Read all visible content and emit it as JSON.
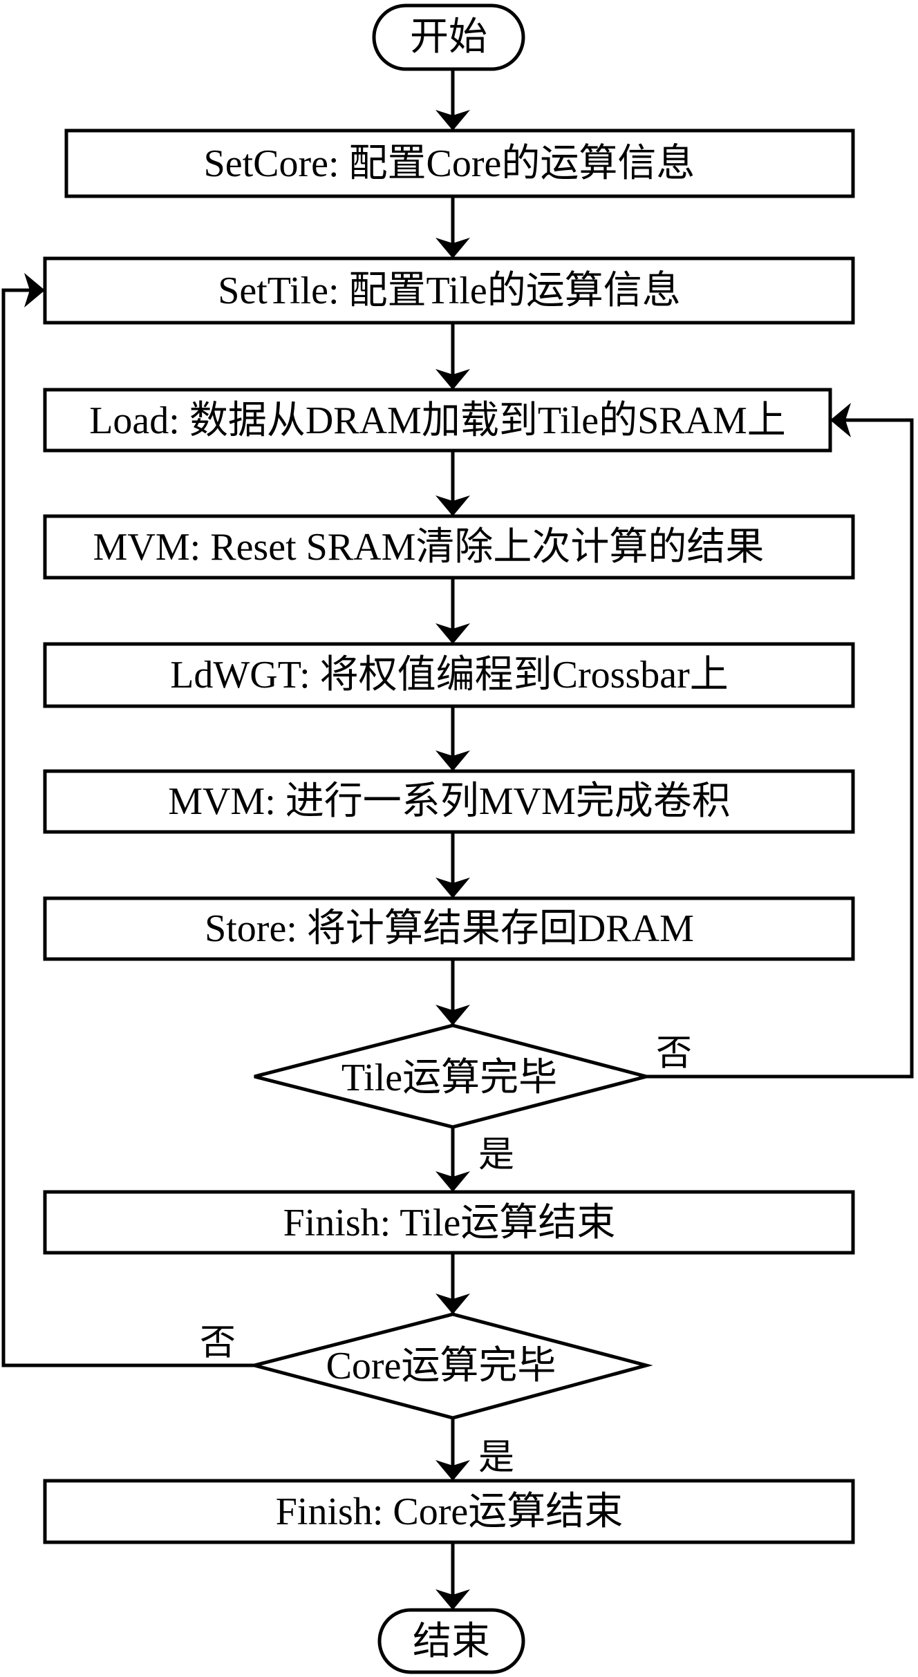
{
  "diagram": {
    "type": "flowchart",
    "start": "开始",
    "end": "结束",
    "steps": [
      "SetCore: 配置Core的运算信息",
      "SetTile: 配置Tile的运算信息",
      "Load: 数据从DRAM加载到Tile的SRAM上",
      "MVM: Reset SRAM清除上次计算的结果",
      "LdWGT: 将权值编程到Crossbar上",
      "MVM: 进行一系列MVM完成卷积",
      "Store: 将计算结果存回DRAM",
      "Finish: Tile运算结束",
      "Finish: Core运算结束"
    ],
    "decisions": [
      {
        "text": "Tile运算完毕",
        "yes": "是",
        "no": "否"
      },
      {
        "text": "Core运算完毕",
        "yes": "是",
        "no": "否"
      }
    ],
    "colors": {
      "stroke": "#000000",
      "fill": "#ffffff"
    }
  }
}
